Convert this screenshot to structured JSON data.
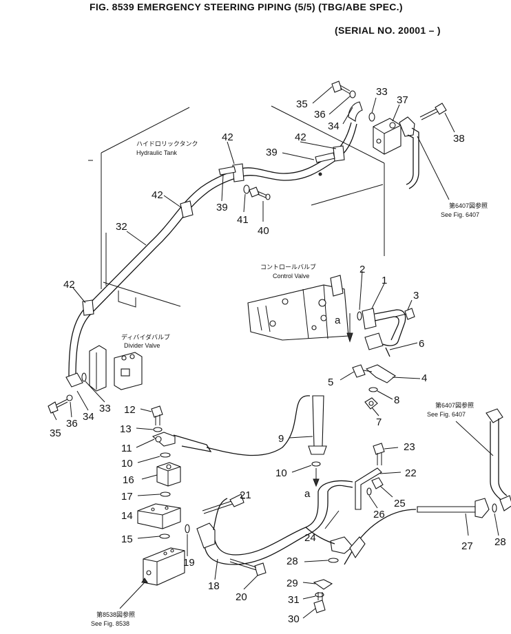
{
  "header": {
    "title": "FIG. 8539  EMERGENCY STEERING PIPING (5/5) (TBG/ABE SPEC.)",
    "serial": "(SERIAL NO. 20001 – )"
  },
  "components": {
    "hydraulic_tank_jp": "ハイドロリックタンク",
    "hydraulic_tank_en": "Hydraulic Tank",
    "control_valve_jp": "コントロールバルブ",
    "control_valve_en": "Control Valve",
    "divider_valve_jp": "ディバイダバルブ",
    "divider_valve_en": "Divider Valve"
  },
  "references": {
    "ref_6407_top_jp": "第6407図参照",
    "ref_6407_top_en": "See Fig. 6407",
    "ref_6407_right_jp": "第6407図参照",
    "ref_6407_right_en": "See Fig. 6407",
    "ref_8538_jp": "第8538図参照",
    "ref_8538_en": "See Fig. 8538"
  },
  "connection_marks": {
    "upper": "a",
    "lower": "a"
  },
  "part_numbers": {
    "n35_top": "35",
    "n36_top": "36",
    "n34_top": "34",
    "n33_top": "33",
    "n37": "37",
    "n38": "38",
    "n42_a": "42",
    "n42_b": "42",
    "n42_c": "42",
    "n42_d": "42",
    "n39_a": "39",
    "n39_b": "39",
    "n41": "41",
    "n40": "40",
    "n32": "32",
    "n2": "2",
    "n1": "1",
    "n3": "3",
    "n6": "6",
    "n5": "5",
    "n4": "4",
    "n8": "8",
    "n7": "7",
    "n35_bot": "35",
    "n36_bot": "36",
    "n34_bot": "34",
    "n33_bot": "33",
    "n12": "12",
    "n13": "13",
    "n11": "11",
    "n10_a": "10",
    "n16": "16",
    "n17": "17",
    "n14": "14",
    "n15": "15",
    "n19": "19",
    "n9": "9",
    "n10_b": "10",
    "n23": "23",
    "n22": "22",
    "n25": "25",
    "n26": "26",
    "n21": "21",
    "n24": "24",
    "n27": "27",
    "n28_a": "28",
    "n28_b": "28",
    "n18": "18",
    "n20": "20",
    "n29": "29",
    "n31": "31",
    "n30": "30"
  }
}
